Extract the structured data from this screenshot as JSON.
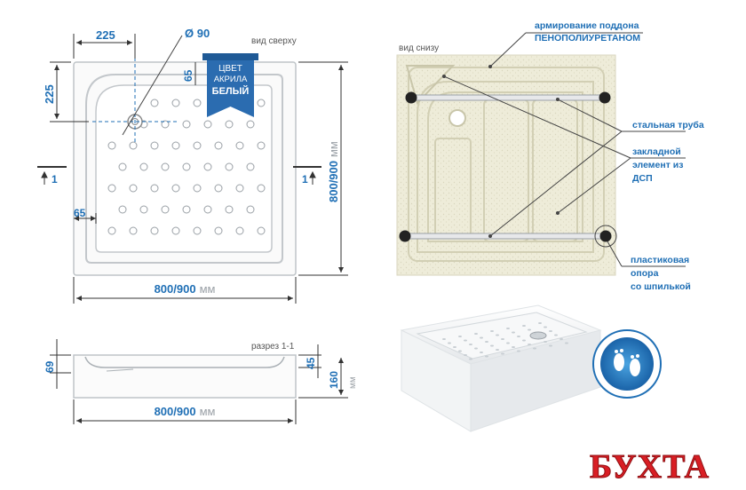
{
  "top_view": {
    "caption": "вид сверху",
    "dim_225_top": "225",
    "dim_225_left": "225",
    "dim_diameter": "Ø 90",
    "dim_65_top": "65",
    "dim_65_left": "65",
    "size_value": "800/900",
    "size_unit": "мм",
    "size_vertical": "800/900",
    "size_vertical_unit": "мм",
    "section_mark": "1"
  },
  "ribbon": {
    "line1": "ЦВЕТ",
    "line2": "АКРИЛА",
    "line3": "БЕЛЫЙ"
  },
  "bottom_view": {
    "caption": "вид снизу",
    "label_reinforcement_1": "армирование поддона",
    "label_reinforcement_2": "ПЕНОПОЛИУРЕТАНОМ",
    "label_steel_pipe": "стальная труба",
    "label_insert_1": "закладной",
    "label_insert_2": "элемент из",
    "label_insert_3": "ДСП",
    "label_support_1": "пластиковая",
    "label_support_2": "опора",
    "label_support_3": "со шпилькой"
  },
  "section_view": {
    "caption": "разрез 1-1",
    "dim_69": "69",
    "dim_45": "45",
    "dim_160": "160",
    "unit": "мм",
    "size_value": "800/900",
    "size_unit": "мм"
  },
  "brand": {
    "logo_text": "БУХТА"
  },
  "colors": {
    "accent": "#1f6fb5",
    "foam": "#efeede",
    "ribbon": "#2b6cb0",
    "logo_red": "#d91e24"
  }
}
